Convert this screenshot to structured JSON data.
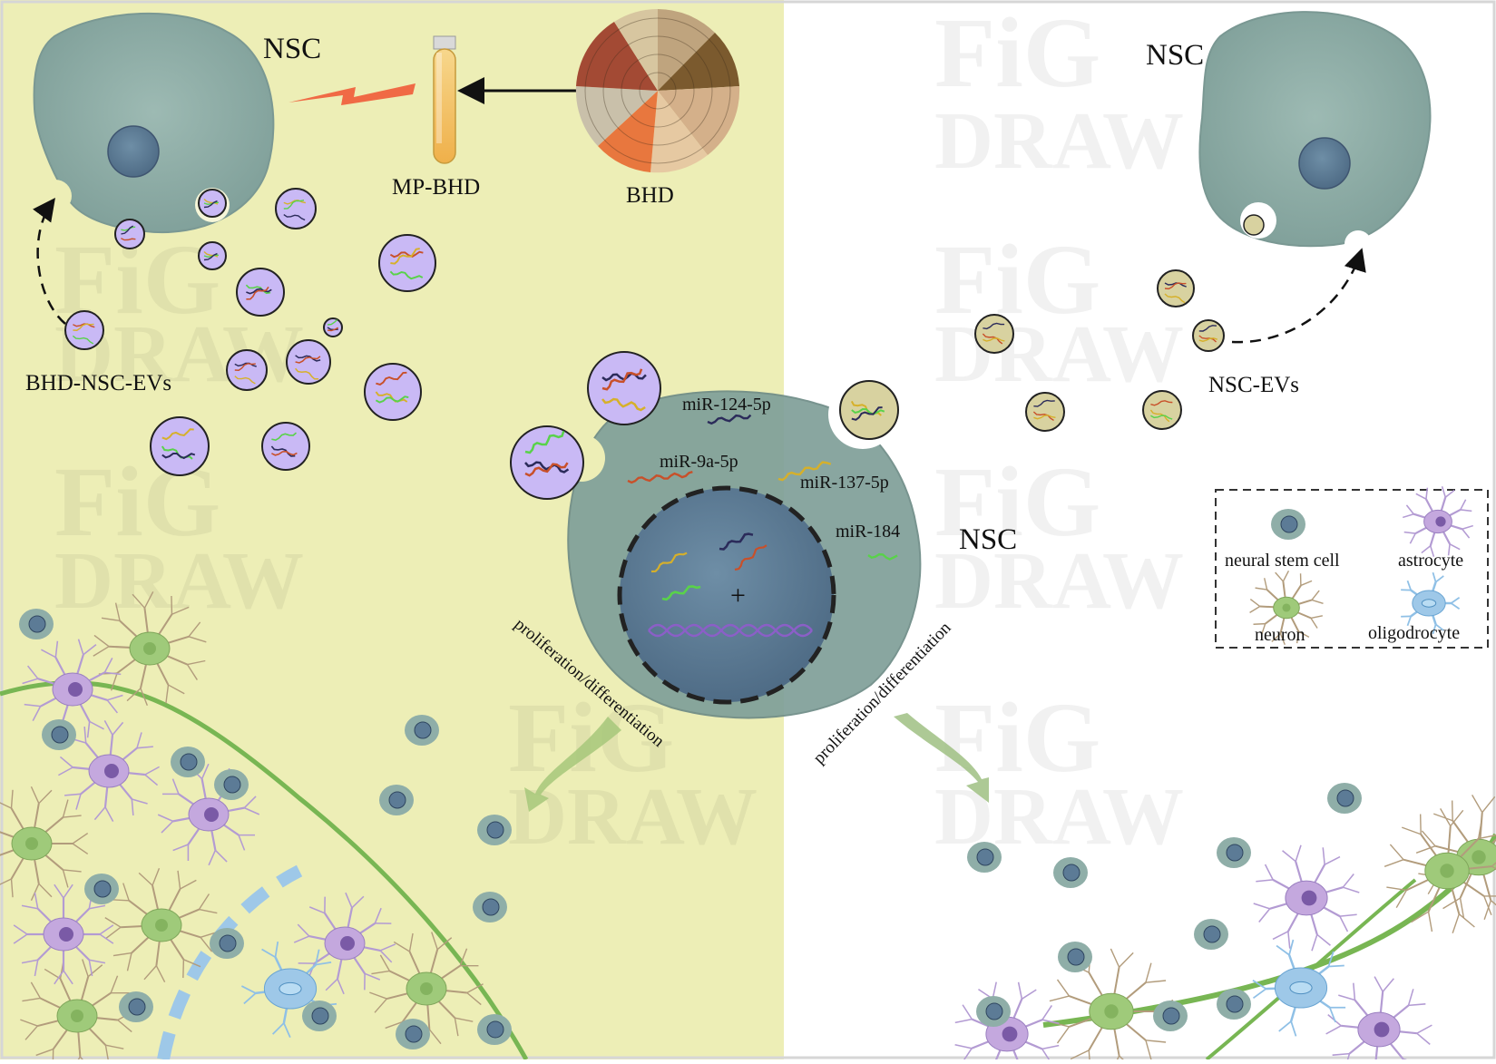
{
  "labels": {
    "nsc_top_left": "NSC",
    "nsc_top_right": "NSC",
    "nsc_center": "NSC",
    "mp_bhd": "MP-BHD",
    "bhd": "BHD",
    "bhd_nsc_evs": "BHD-NSC-EVs",
    "nsc_evs": "NSC-EVs",
    "proliferation_left": "proliferation/differentiation",
    "proliferation_right": "proliferation/differentiation"
  },
  "mirnas": [
    {
      "name": "miR-124-5p",
      "color": "#2b2b5a"
    },
    {
      "name": "miR-9a-5p",
      "color": "#c8502a"
    },
    {
      "name": "miR-137-5p",
      "color": "#d6b02a"
    },
    {
      "name": "miR-184",
      "color": "#59d24a"
    }
  ],
  "legend": {
    "neural_stem_cell": "neural stem cell",
    "astrocyte": "astrocyte",
    "neuron": "neuron",
    "oligodendrocyte": "oligodrocyte"
  },
  "colors": {
    "left_panel_bg": "#edeeb6",
    "right_panel_bg": "#ffffff",
    "nsc_cell": "#8faea8",
    "nsc_nucleus": "#6f8fa2",
    "bhd_vesicle": "#c9b9f5",
    "nsc_vesicle": "#d8d2a0",
    "neuron": "#9fca7a",
    "astrocyte": "#c4a8de",
    "oligodendrocyte": "#9ec8e8",
    "arrow_red": "#f06a45",
    "tube_liquid": "#f2c05c"
  }
}
